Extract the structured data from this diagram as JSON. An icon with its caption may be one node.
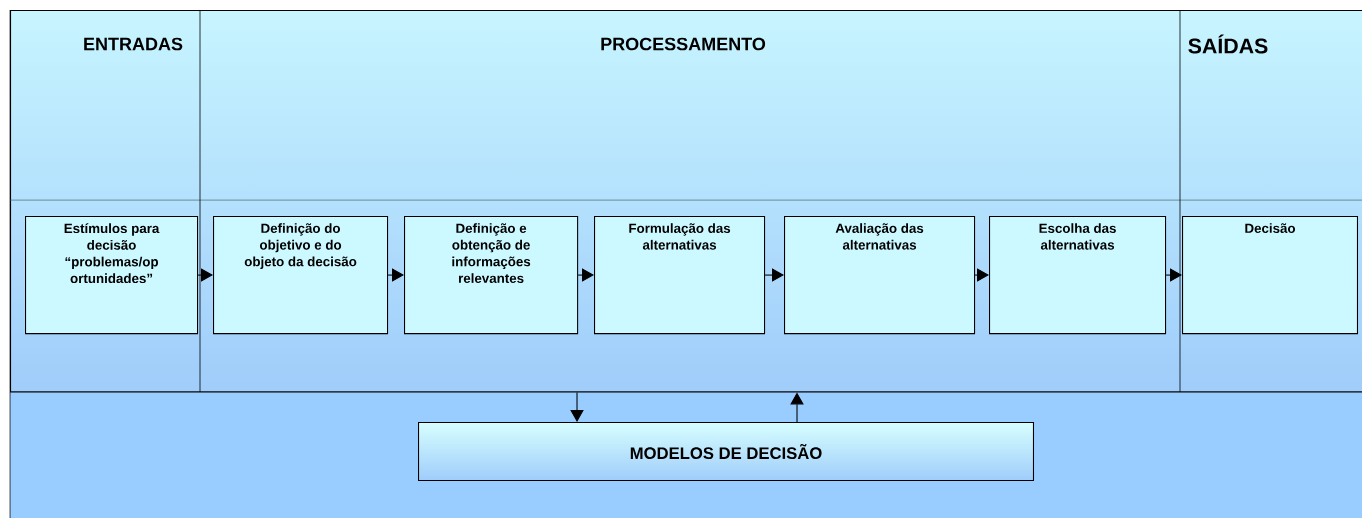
{
  "diagram": {
    "nodes": [
      {
        "text": [],
        "shape": "box"
      },
      {
        "text": [
          "Estímulos para decisão “problemas/op ortunidades”"
        ],
        "in": 0
      },
      {
        "text": [
          "Definição do objetivo e do objeto da decisão"
        ],
        "in": 0
      },
      {
        "text": [
          "Definição e obtenção de informações relevantes"
        ],
        "in": 0
      },
      {
        "text": [
          "Formulação das alternativas"
        ],
        "in": 0
      },
      {
        "text": [
          "Avaliação das alternativas"
        ],
        "in": 0
      },
      {
        "text": [
          "Escolha das alternativas"
        ],
        "in": 0
      },
      {
        "text": [
          "Decisão"
        ],
        "in": 0
      },
      {
        "text": [
          "MODELOS DE DECISÃO"
        ]
      }
    ],
    "edges": [
      {
        "from": 1,
        "to": 2,
        "arrow": "to"
      },
      {
        "from": 2,
        "to": 3,
        "arrow": "to"
      },
      {
        "from": 3,
        "to": 4,
        "arrow": "to"
      },
      {
        "from": 4,
        "to": 5,
        "arrow": "to"
      },
      {
        "from": 5,
        "to": 6,
        "arrow": "to"
      },
      {
        "from": 6,
        "to": 7,
        "arrow": "to"
      },
      {
        "from": 0,
        "to": 8,
        "arrow": "to"
      },
      {
        "from": 8,
        "to": 0,
        "arrow": "to"
      }
    ],
    "labels": [
      "ENTRADAS",
      "PROCESSAMENTO",
      "SAÍDAS"
    ]
  }
}
